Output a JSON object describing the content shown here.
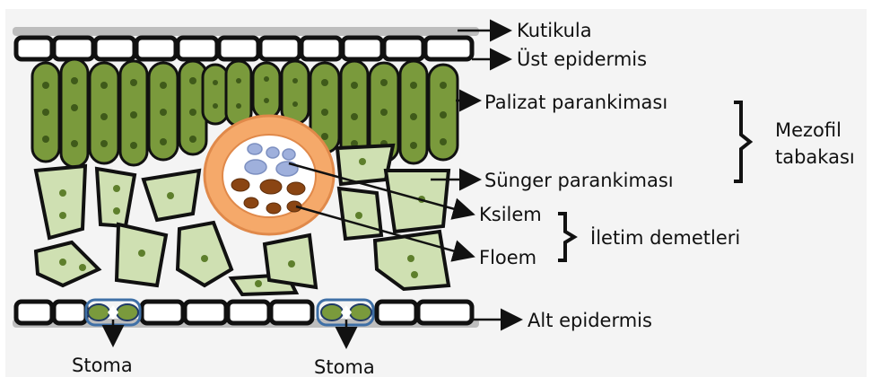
{
  "labels": {
    "kutikula": "Kutikula",
    "ust_epidermis": "Üst epidermis",
    "palizat": "Palizat parankiması",
    "sunger": "Sünger parankiması",
    "mezofil_line1": "Mezofil",
    "mezofil_line2": "tabakası",
    "ksilem": "Ksilem",
    "floem": "Floem",
    "iletim": "İletim demetleri",
    "alt_epidermis": "Alt epidermis",
    "stoma_left": "Stoma",
    "stoma_right": "Stoma"
  },
  "colors": {
    "palisade": "#7a9a3c",
    "palisade_nucleus": "#3f5a1a",
    "spongy": "#cfe0b2",
    "spongy_nucleus": "#5e7f2c",
    "bundle_sheath": "#f5a96a",
    "xylem": "#9fb0dc",
    "phloem": "#8a4513",
    "guard_cell": "#3e6fa6",
    "cuticle": "#bdbdbd",
    "outline": "#111111"
  }
}
